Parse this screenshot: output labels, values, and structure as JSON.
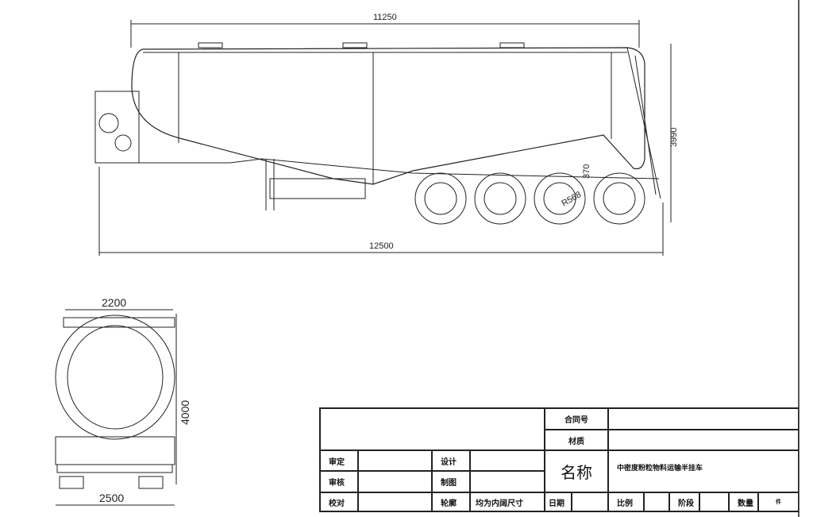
{
  "dimensions": {
    "tank_length": "11250",
    "overall_length": "12500",
    "overall_height": "3990",
    "axle_height": "370",
    "wheel_radius": "R568",
    "top_width": "2200",
    "bottom_width": "2500",
    "rear_height": "4000"
  },
  "title_block": {
    "contract_no_label": "合同号",
    "material_label": "材质",
    "approve_label": "审定",
    "review_label": "审核",
    "check_label": "校对",
    "design_label": "设计",
    "drawing_label": "制图",
    "outline_label": "轮廓",
    "outline_note": "均为内阔尺寸",
    "name_label": "名称",
    "name_value": "中密度粉粒物料运输半挂车",
    "date_label": "日期",
    "scale_label": "比例",
    "stage_label": "阶段",
    "quantity_label": "数量",
    "quantity_unit": "件"
  }
}
